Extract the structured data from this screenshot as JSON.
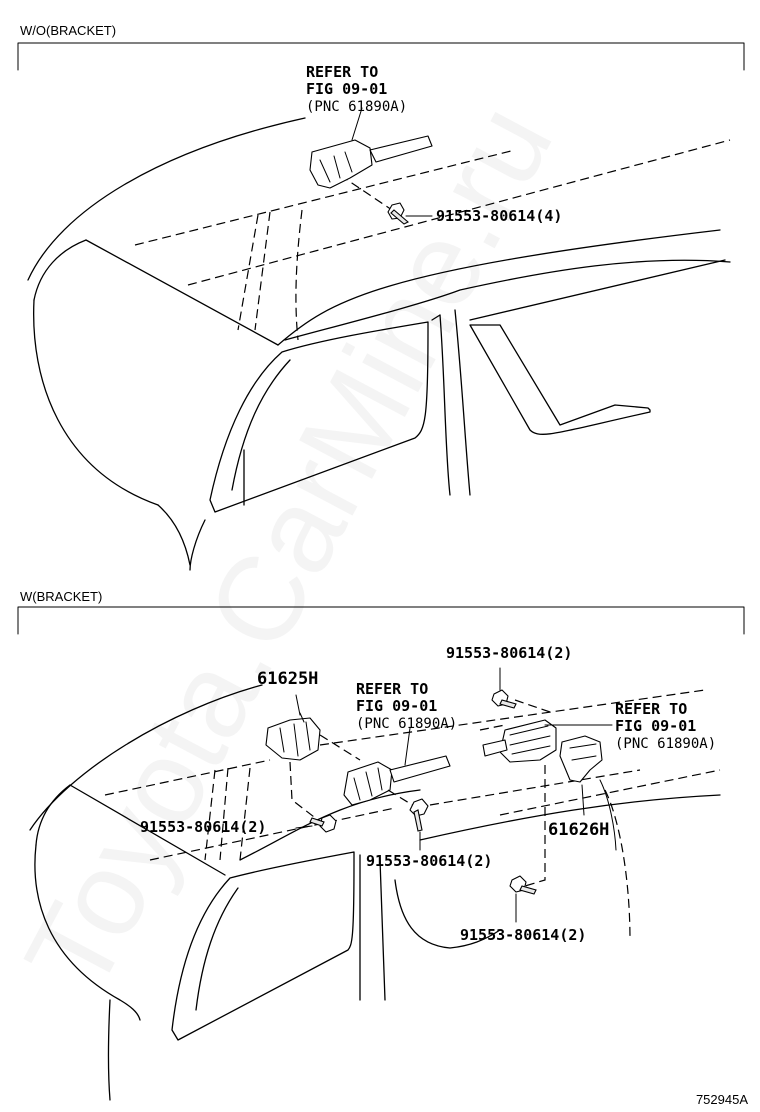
{
  "sections": {
    "top": {
      "title": "W/O(BRACKET)"
    },
    "bottom": {
      "title": "W(BRACKET)"
    }
  },
  "top_labels": {
    "ref_line1": "REFER TO",
    "ref_line2": "FIG 09-01",
    "ref_line3": "(PNC 61890A)",
    "bolt": "91553-80614(4)"
  },
  "bottom_labels": {
    "part_61625h": "61625H",
    "part_61626h": "61626H",
    "ref_left_line1": "REFER TO",
    "ref_left_line2": "FIG 09-01",
    "ref_left_line3": "(PNC 61890A)",
    "ref_right_line1": "REFER TO",
    "ref_right_line2": "FIG 09-01",
    "ref_right_line3": "(PNC 61890A)",
    "bolt_top": "91553-80614(2)",
    "bolt_left": "91553-80614(2)",
    "bolt_center": "91553-80614(2)",
    "bolt_bottom": "91553-80614(2)"
  },
  "figure_number": "752945A",
  "watermark": "Toyota.CarMine.ru"
}
